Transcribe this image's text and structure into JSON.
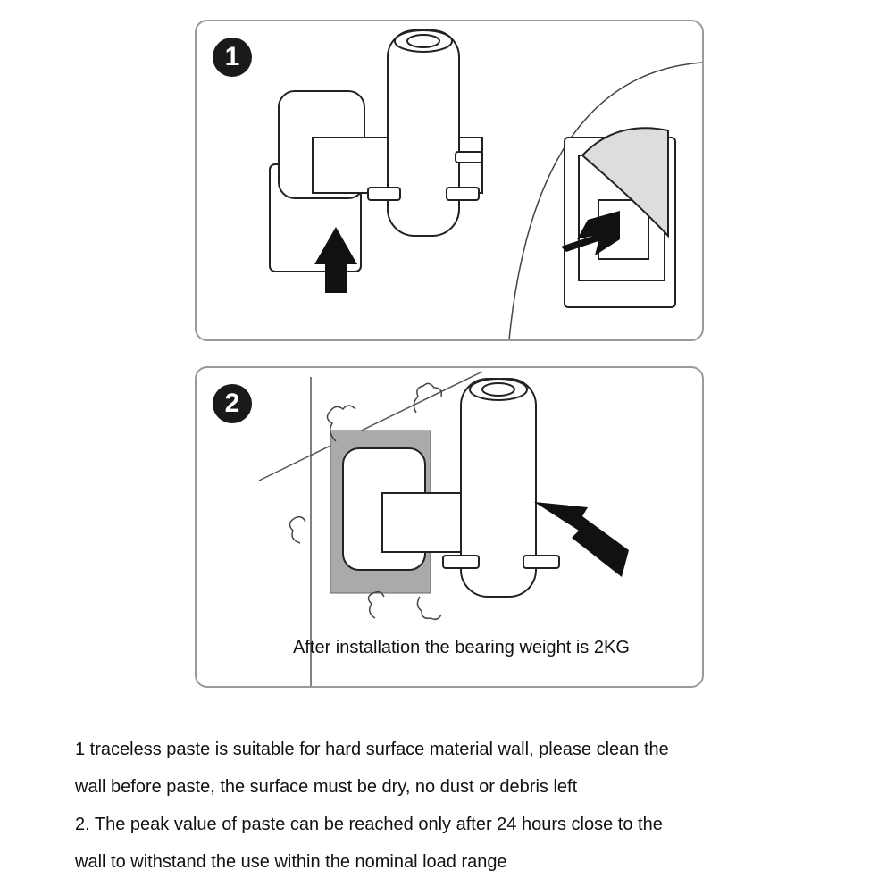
{
  "steps": [
    {
      "number": "1"
    },
    {
      "number": "2",
      "caption": "After installation the bearing weight is 2KG"
    }
  ],
  "notes": [
    "1 traceless paste is suitable for hard surface material wall, please clean the",
    "wall before paste, the surface must be dry, no dust or debris left",
    "2. The peak value of paste can be reached only after 24 hours close to the",
    "wall to withstand the use within the nominal load range"
  ]
}
